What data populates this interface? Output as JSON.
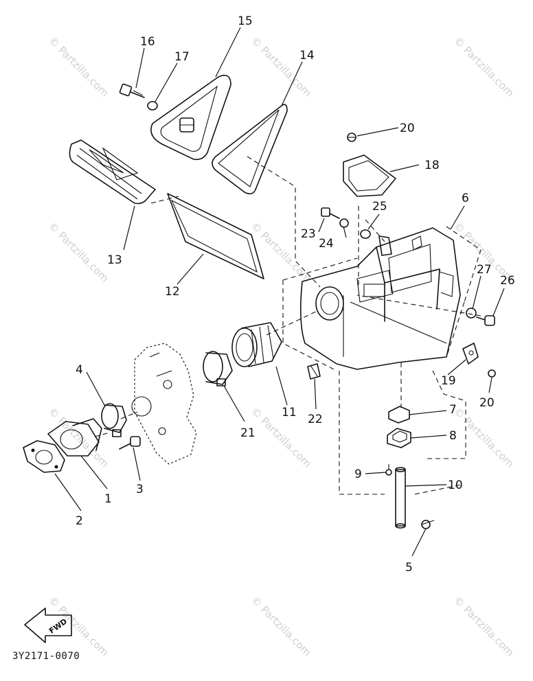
{
  "diagram": {
    "drawing_code": "3Y2171-0070",
    "direction_label": "FWD",
    "watermark_text": "© Partzilla.com",
    "callouts": [
      "1",
      "2",
      "3",
      "4",
      "5",
      "6",
      "7",
      "8",
      "9",
      "10",
      "11",
      "12",
      "13",
      "14",
      "15",
      "16",
      "17",
      "18",
      "19",
      "20",
      "20",
      "21",
      "22",
      "23",
      "24",
      "25",
      "26",
      "27"
    ]
  }
}
